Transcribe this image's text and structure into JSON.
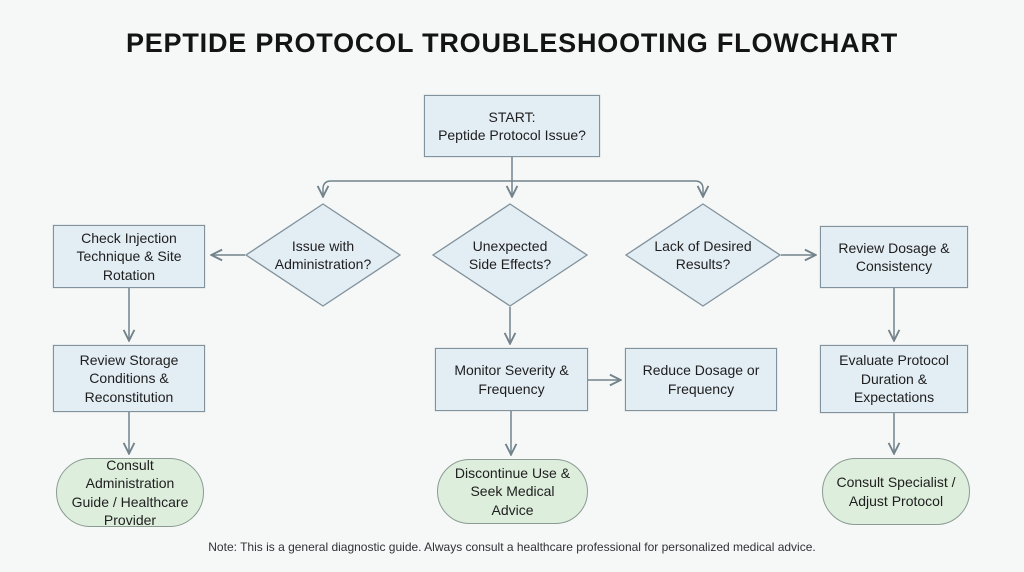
{
  "title": "PEPTIDE PROTOCOL TROUBLESHOOTING FLOWCHART",
  "note": "Note: This is a general diagnostic guide. Always consult a healthcare professional for personalized medical advice.",
  "colors": {
    "background": "#f6f8f7",
    "process_fill": "#e3edf4",
    "process_border": "#81929c",
    "terminal_fill": "#ddeedd",
    "terminal_border": "#8a9b92",
    "connector": "#72838c",
    "title_text": "#141414"
  },
  "nodes": {
    "start": "START:\nPeptide Protocol Issue?",
    "decision_administration": "Issue with\nAdministration?",
    "decision_side_effects": "Unexpected\nSide Effects?",
    "decision_results": "Lack of Desired\nResults?",
    "check_injection": "Check Injection\nTechnique & Site\nRotation",
    "review_storage": "Review Storage\nConditions &\nReconstitution",
    "consult_admin_guide": "Consult\nAdministration\nGuide / Healthcare\nProvider",
    "monitor_severity": "Monitor Severity &\nFrequency",
    "reduce_dosage": "Reduce Dosage or\nFrequency",
    "discontinue_use": "Discontinue Use &\nSeek Medical Advice",
    "review_dosage": "Review Dosage &\nConsistency",
    "evaluate_protocol": "Evaluate Protocol\nDuration &\nExpectations",
    "consult_specialist": "Consult Specialist /\nAdjust Protocol"
  }
}
